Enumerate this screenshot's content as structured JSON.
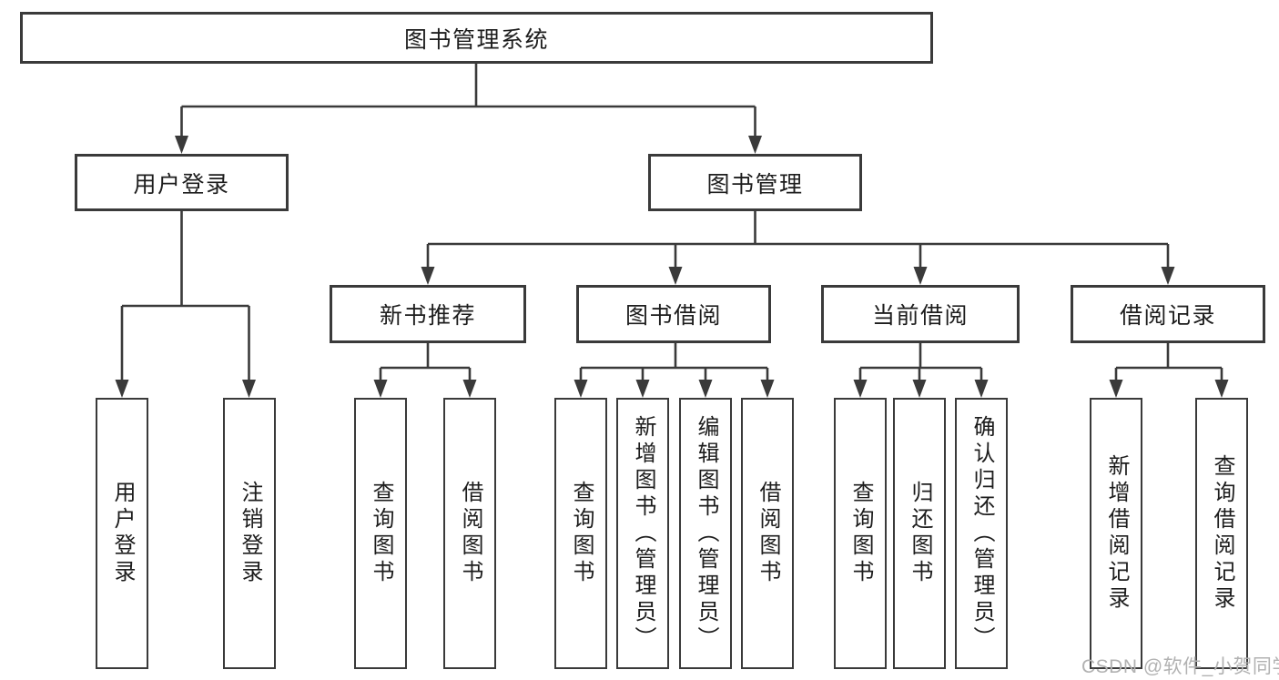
{
  "diagram_type": "hierarchy-tree",
  "tree": {
    "label": "图书管理系统",
    "children": [
      {
        "label": "用户登录",
        "children": [
          {
            "label": "用户登录"
          },
          {
            "label": "注销登录"
          }
        ]
      },
      {
        "label": "图书管理",
        "children": [
          {
            "label": "新书推荐",
            "children": [
              {
                "label": "查询图书"
              },
              {
                "label": "借阅图书"
              }
            ]
          },
          {
            "label": "图书借阅",
            "children": [
              {
                "label": "查询图书"
              },
              {
                "label": "新增图书（管理员）"
              },
              {
                "label": "编辑图书（管理员）"
              },
              {
                "label": "借阅图书"
              }
            ]
          },
          {
            "label": "当前借阅",
            "children": [
              {
                "label": "查询图书"
              },
              {
                "label": "归还图书"
              },
              {
                "label": "确认归还（管理员）"
              }
            ]
          },
          {
            "label": "借阅记录",
            "children": [
              {
                "label": "新增借阅记录"
              },
              {
                "label": "查询借阅记录"
              }
            ]
          }
        ]
      }
    ]
  },
  "watermark": {
    "text": "CSDN @软件_小贺同学"
  },
  "colors": {
    "line": "#3a3a3a",
    "text": "#1d1d1d",
    "watermark": "#b2b2b2",
    "background": "#ffffff"
  }
}
